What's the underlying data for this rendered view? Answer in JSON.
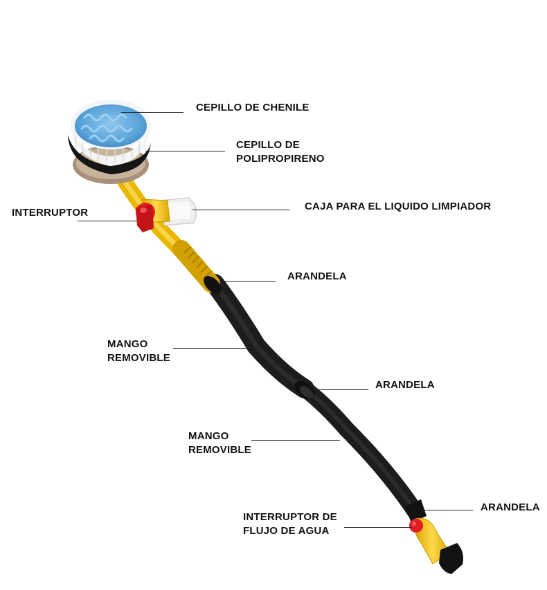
{
  "colors": {
    "chenille_blue": "#6ab0e0",
    "bristle_white": "#f4f4f4",
    "housing_yellow": "#f2c200",
    "switch_red": "#e01e24",
    "handle_black": "#1c1c1c",
    "cleaner_box": "#f0f0f0"
  },
  "labels": {
    "chenille_brush": "CEPILLO DE CHENILE",
    "polypropylene_line1": "CEPILLO DE",
    "polypropylene_line2": "POLIPROPIRENO",
    "switch": "INTERRUPTOR",
    "cleaner_box": "CAJA PARA EL LIQUIDO LIMPIADOR",
    "washer_1": "ARANDELA",
    "handle_1_line1": "MANGO",
    "handle_1_line2": "REMOVIBLE",
    "washer_2": "ARANDELA",
    "handle_2_line1": "MANGO",
    "handle_2_line2": "REMOVIBLE",
    "washer_3": "ARANDELA",
    "flow_switch_line1": "INTERRUPTOR DE",
    "flow_switch_line2": "FLUJO DE AGUA"
  }
}
